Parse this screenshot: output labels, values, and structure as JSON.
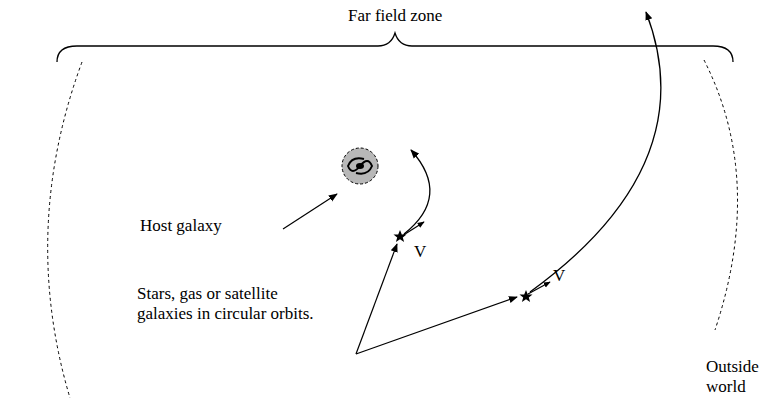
{
  "diagram": {
    "title": "Far field zone",
    "labels": [
      "Host galaxy",
      "V",
      "V",
      "Stars, gas or satellite galaxies in circular orbits.",
      "Outside world"
    ]
  }
}
